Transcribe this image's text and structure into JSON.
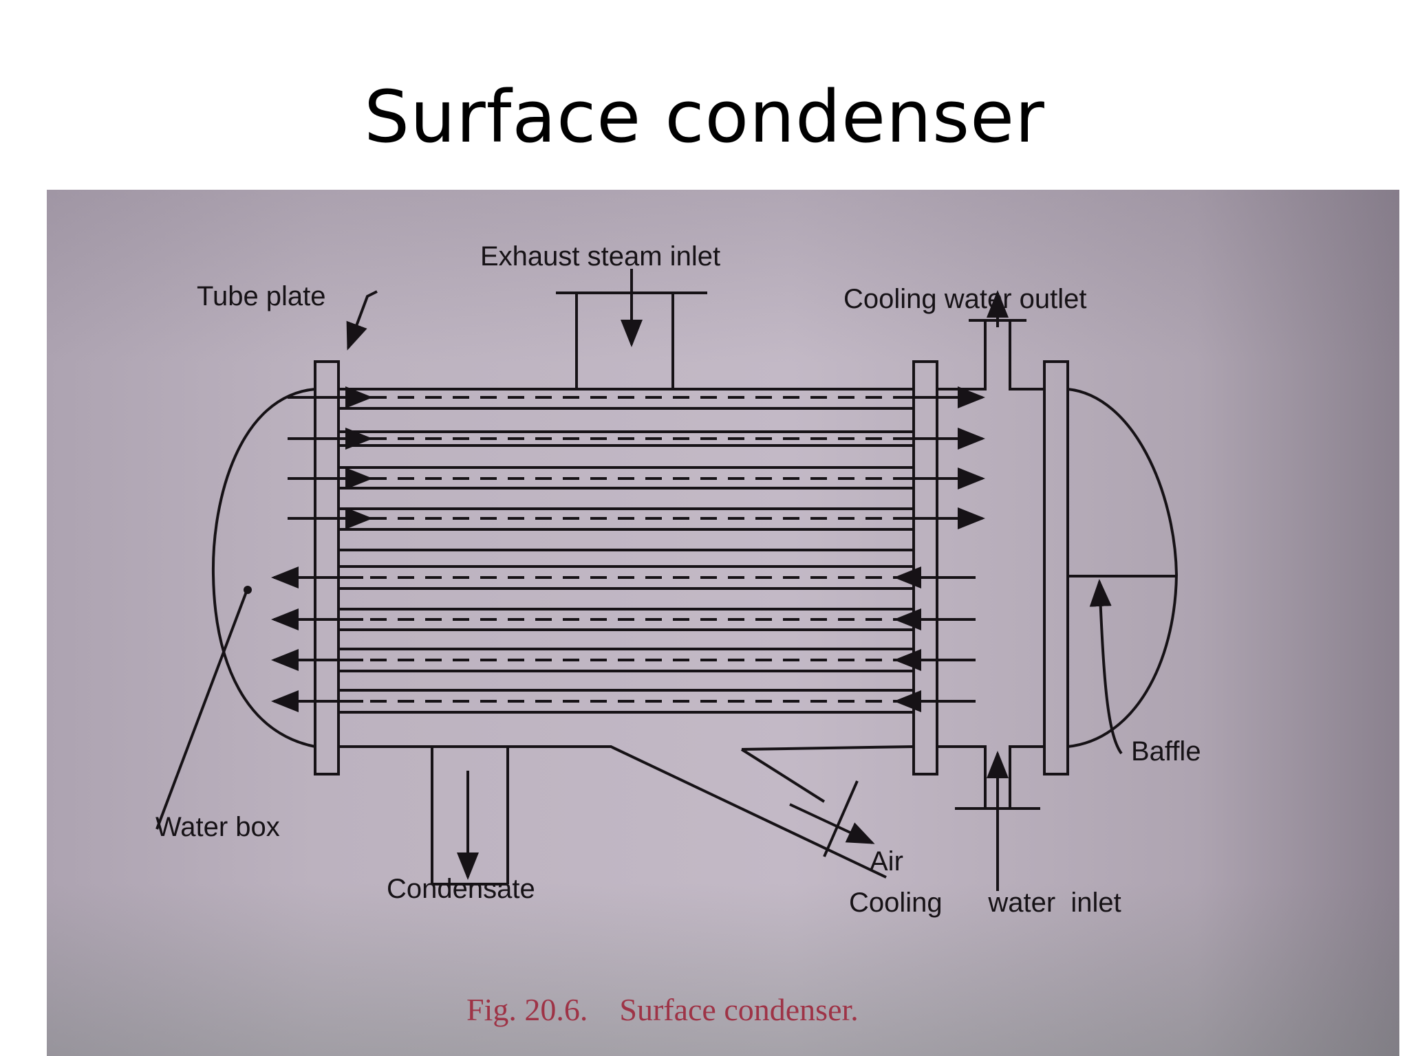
{
  "title": "Surface condenser",
  "diagram": {
    "labels": {
      "exhaust_steam_inlet": "Exhaust steam inlet",
      "tube_plate": "Tube plate",
      "cooling_water_outlet": "Cooling  water  outlet",
      "water_box": "Water box",
      "condensate": "Condensate",
      "air": "Air",
      "cooling_water_inlet": "Cooling      water  inlet",
      "baffle": "Baffle"
    },
    "caption": "Fig. 20.6.    Surface condenser."
  },
  "colors": {
    "ink": "#161216",
    "caption": "#9e3346",
    "paper": "#c3b9c6"
  }
}
